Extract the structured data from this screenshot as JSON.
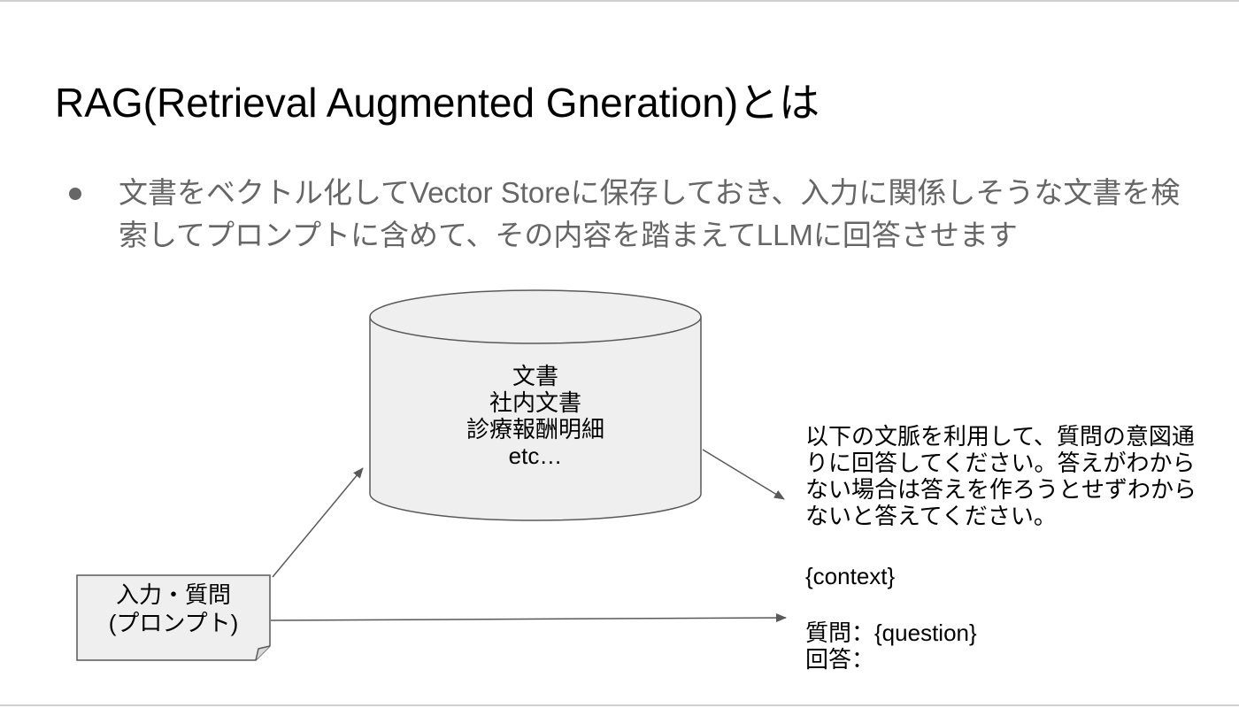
{
  "slide": {
    "title": "RAG(Retrieval Augmented Gneration)とは",
    "bullet": "文書をベクトル化してVector Storeに保存しておき、入力に関係しそうな文書を検索してプロンプトに含めて、その内容を踏まえてLLMに回答させます"
  },
  "diagram": {
    "database": {
      "lines": [
        "文書",
        "社内文書",
        "診療報酬明細",
        "etc…"
      ]
    },
    "input": {
      "lines": [
        "入力・質問",
        "(プロンプト)"
      ]
    },
    "prompt_template": {
      "instruction": "以下の文脈を利用して、質問の意図通りに回答してください。答えがわからない場合は答えを作ろうとせずわからないと答えてください。",
      "context": "{context}",
      "question": "質問：{question}",
      "answer": "回答："
    }
  },
  "colors": {
    "shape_fill": "#efefef",
    "shape_stroke": "#595959",
    "arrow": "#595959",
    "bullet_text": "#666666"
  }
}
